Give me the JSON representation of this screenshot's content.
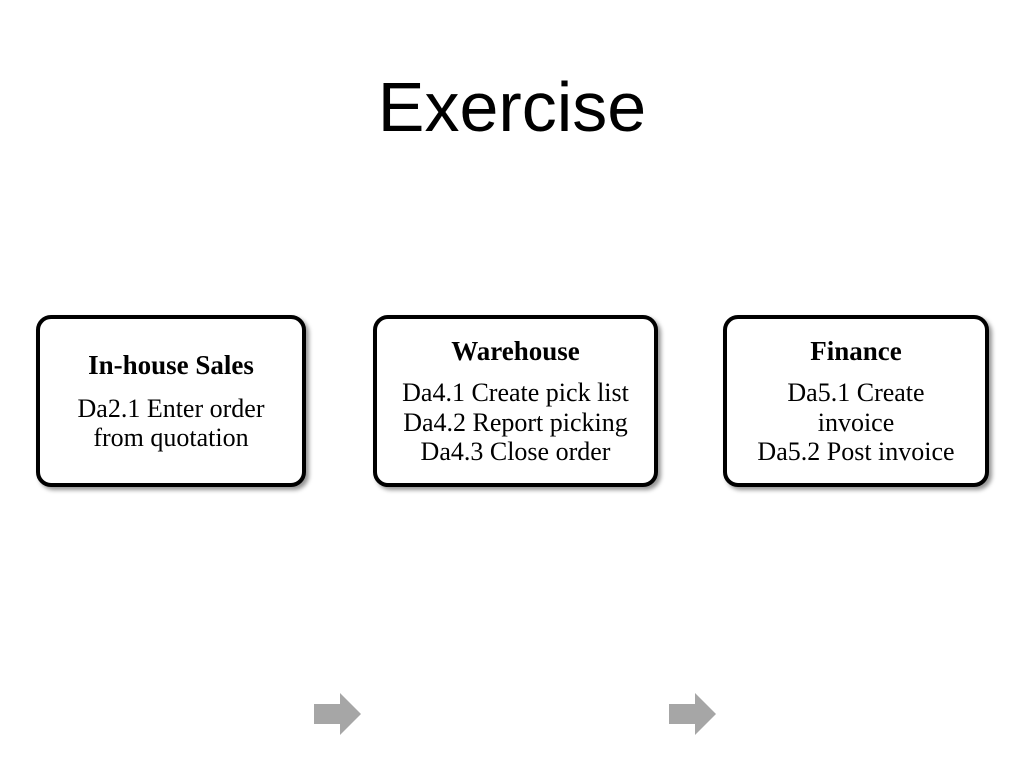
{
  "slide": {
    "title": "Exercise",
    "background_color": "#FFFFFF",
    "text_color": "#000000",
    "arrow_color": "#A6A6A6",
    "box_border_color": "#000000",
    "box_fill_color": "#FFFFFF"
  },
  "process": {
    "boxes": [
      {
        "heading": "In-house Sales",
        "lines": [
          "Da2.1 Enter order",
          "from quotation"
        ]
      },
      {
        "heading": "Warehouse",
        "lines": [
          "Da4.1 Create pick list",
          "Da4.2 Report picking",
          "Da4.3 Close order"
        ]
      },
      {
        "heading": "Finance",
        "lines": [
          "Da5.1 Create",
          "invoice",
          "Da5.2 Post invoice"
        ]
      }
    ],
    "connectors": [
      {
        "icon": "right-arrow-icon",
        "from": "In-house Sales",
        "to": "Warehouse"
      },
      {
        "icon": "right-arrow-icon",
        "from": "Warehouse",
        "to": "Finance"
      }
    ]
  }
}
